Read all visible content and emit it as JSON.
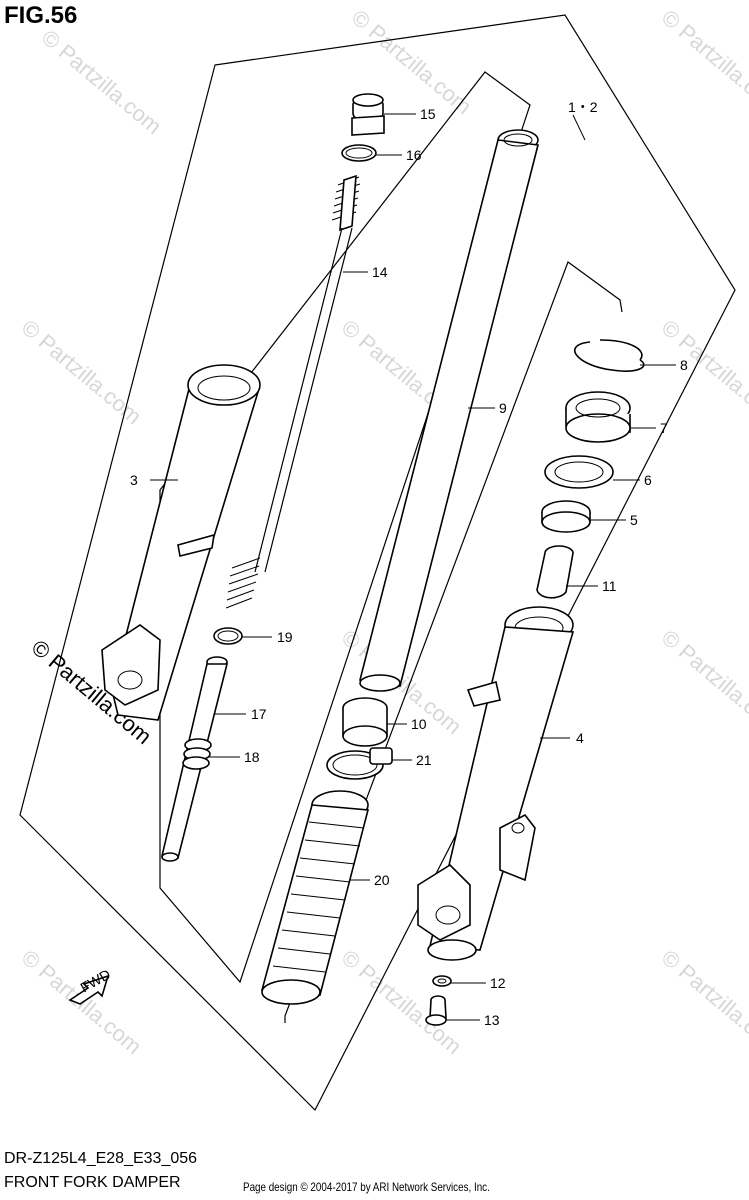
{
  "header": {
    "figure_title": "FIG.56"
  },
  "footer": {
    "model_code": "DR-Z125L4_E28_E33_056",
    "description": "FRONT FORK DAMPER",
    "copyright": "Page design © 2004-2017 by ARI Network Services, Inc."
  },
  "watermark": {
    "text": "© Partzilla.com"
  },
  "fwd_arrow": {
    "label": "FWD"
  },
  "callouts": {
    "c1_2": "1・2",
    "c3": "3",
    "c4": "4",
    "c5": "5",
    "c6": "6",
    "c7": "7",
    "c8": "8",
    "c9": "9",
    "c10": "10",
    "c11": "11",
    "c12": "12",
    "c13": "13",
    "c14": "14",
    "c15": "15",
    "c16": "16",
    "c17": "17",
    "c18": "18",
    "c19": "19",
    "c20": "20",
    "c21": "21"
  }
}
